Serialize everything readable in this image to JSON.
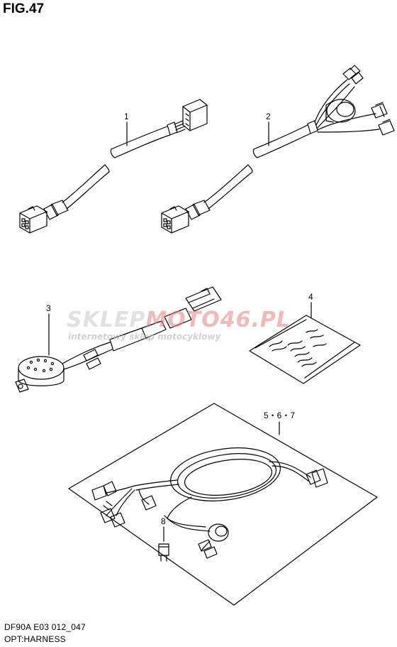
{
  "figure_title": "FIG.47",
  "footer": {
    "code": "DF90A E03 012_047",
    "caption": "OPT:HARNESS"
  },
  "watermark": {
    "brand_left": "SKLEP",
    "brand_right": "MOTO46.PL",
    "tagline": "internetowy sklep motocyklowy"
  },
  "callouts": {
    "c1": "1",
    "c2": "2",
    "c3": "3",
    "c4": "4",
    "c567": "5・6・7",
    "c8": "8"
  },
  "colors": {
    "line": "#000000",
    "watermark_red": "#e06a6a",
    "watermark_gray": "#bdbdbd"
  }
}
